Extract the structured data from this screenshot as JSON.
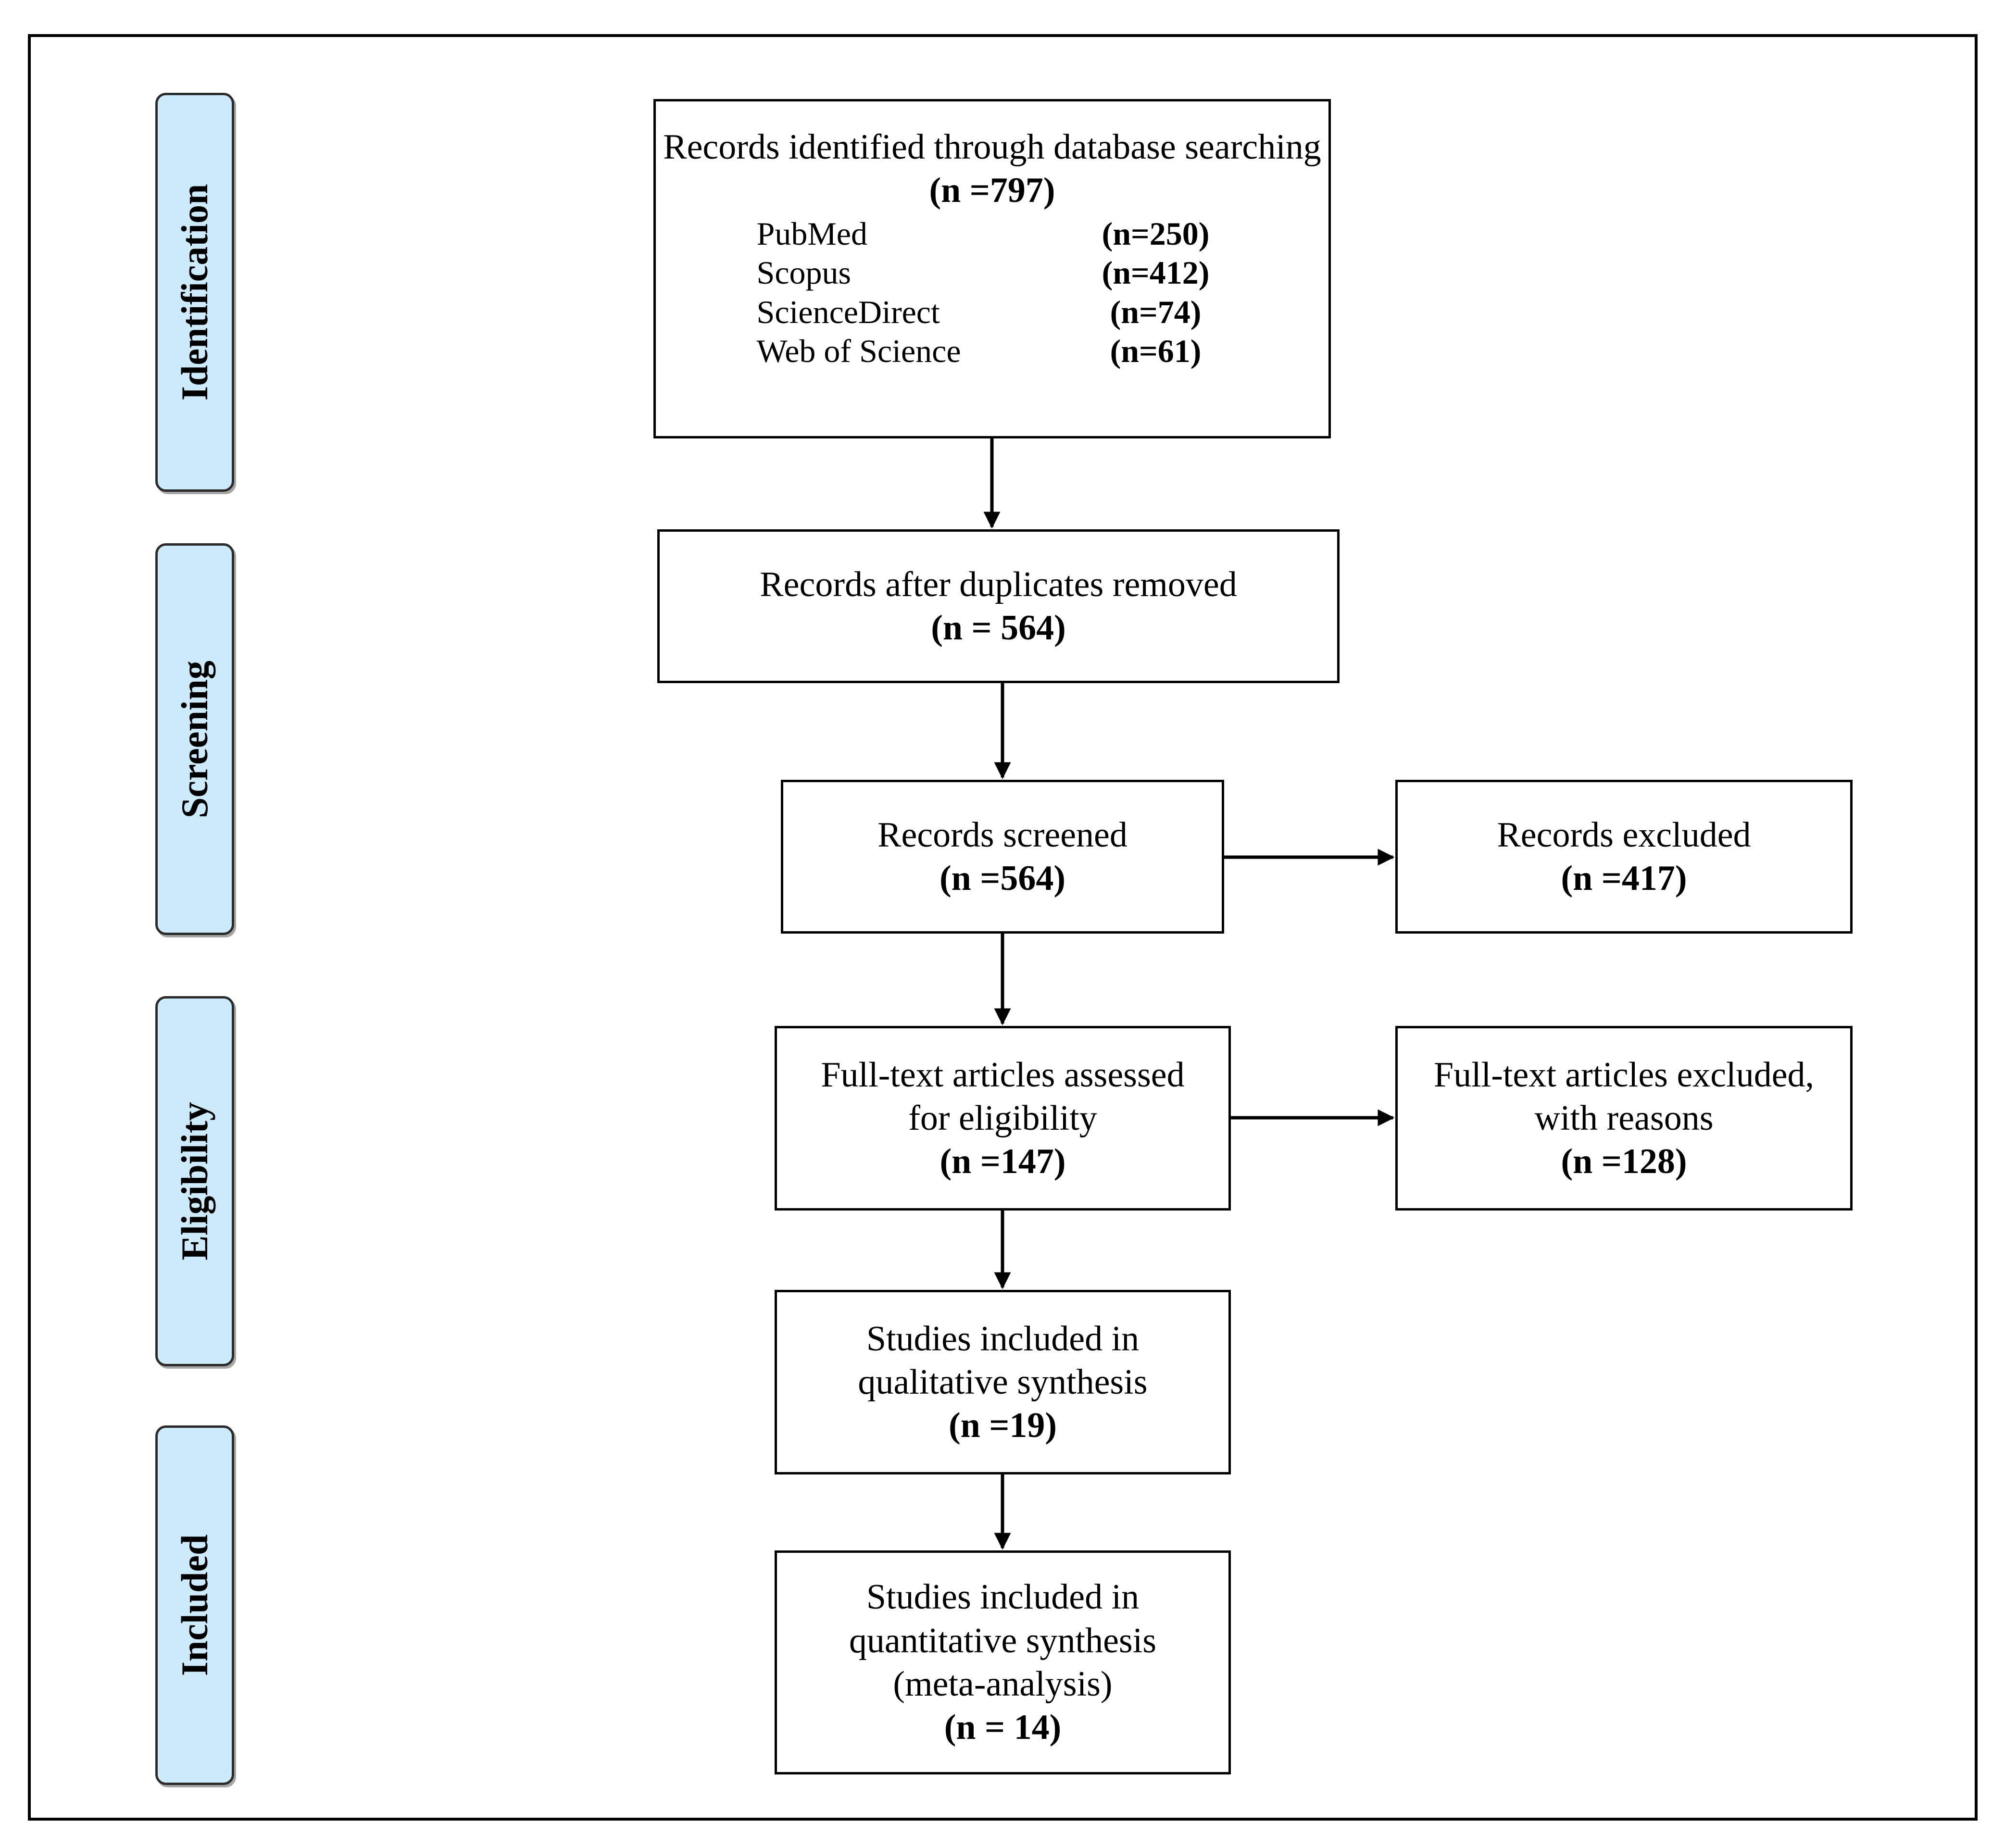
{
  "stages": {
    "identification": "Identification",
    "screening": "Screening",
    "eligibility": "Eligibility",
    "included": "Included"
  },
  "identified": {
    "label": "Records identified through database searching",
    "count": "(n =797)",
    "sources": [
      {
        "name": "PubMed",
        "count": "(n=250)"
      },
      {
        "name": "Scopus",
        "count": "(n=412)"
      },
      {
        "name": "ScienceDirect",
        "count": "(n=74)"
      },
      {
        "name": "Web of Science",
        "count": "(n=61)"
      }
    ]
  },
  "after_duplicates": {
    "label": "Records after duplicates removed",
    "count": "(n = 564)"
  },
  "screened": {
    "label": "Records screened",
    "count": "(n =564)"
  },
  "excluded": {
    "label": "Records excluded",
    "count": "(n =417)"
  },
  "fulltext_assessed": {
    "line1": "Full-text articles assessed",
    "line2": "for eligibility",
    "count": "(n =147)"
  },
  "fulltext_excluded": {
    "line1": "Full-text articles excluded,",
    "line2": "with reasons",
    "count": "(n =128)"
  },
  "qualitative": {
    "line1": "Studies included in",
    "line2": "qualitative synthesis",
    "count": "(n =19)"
  },
  "quantitative": {
    "line1": "Studies included in",
    "line2": "quantitative synthesis",
    "line3": "(meta-analysis)",
    "count": "(n = 14)"
  }
}
